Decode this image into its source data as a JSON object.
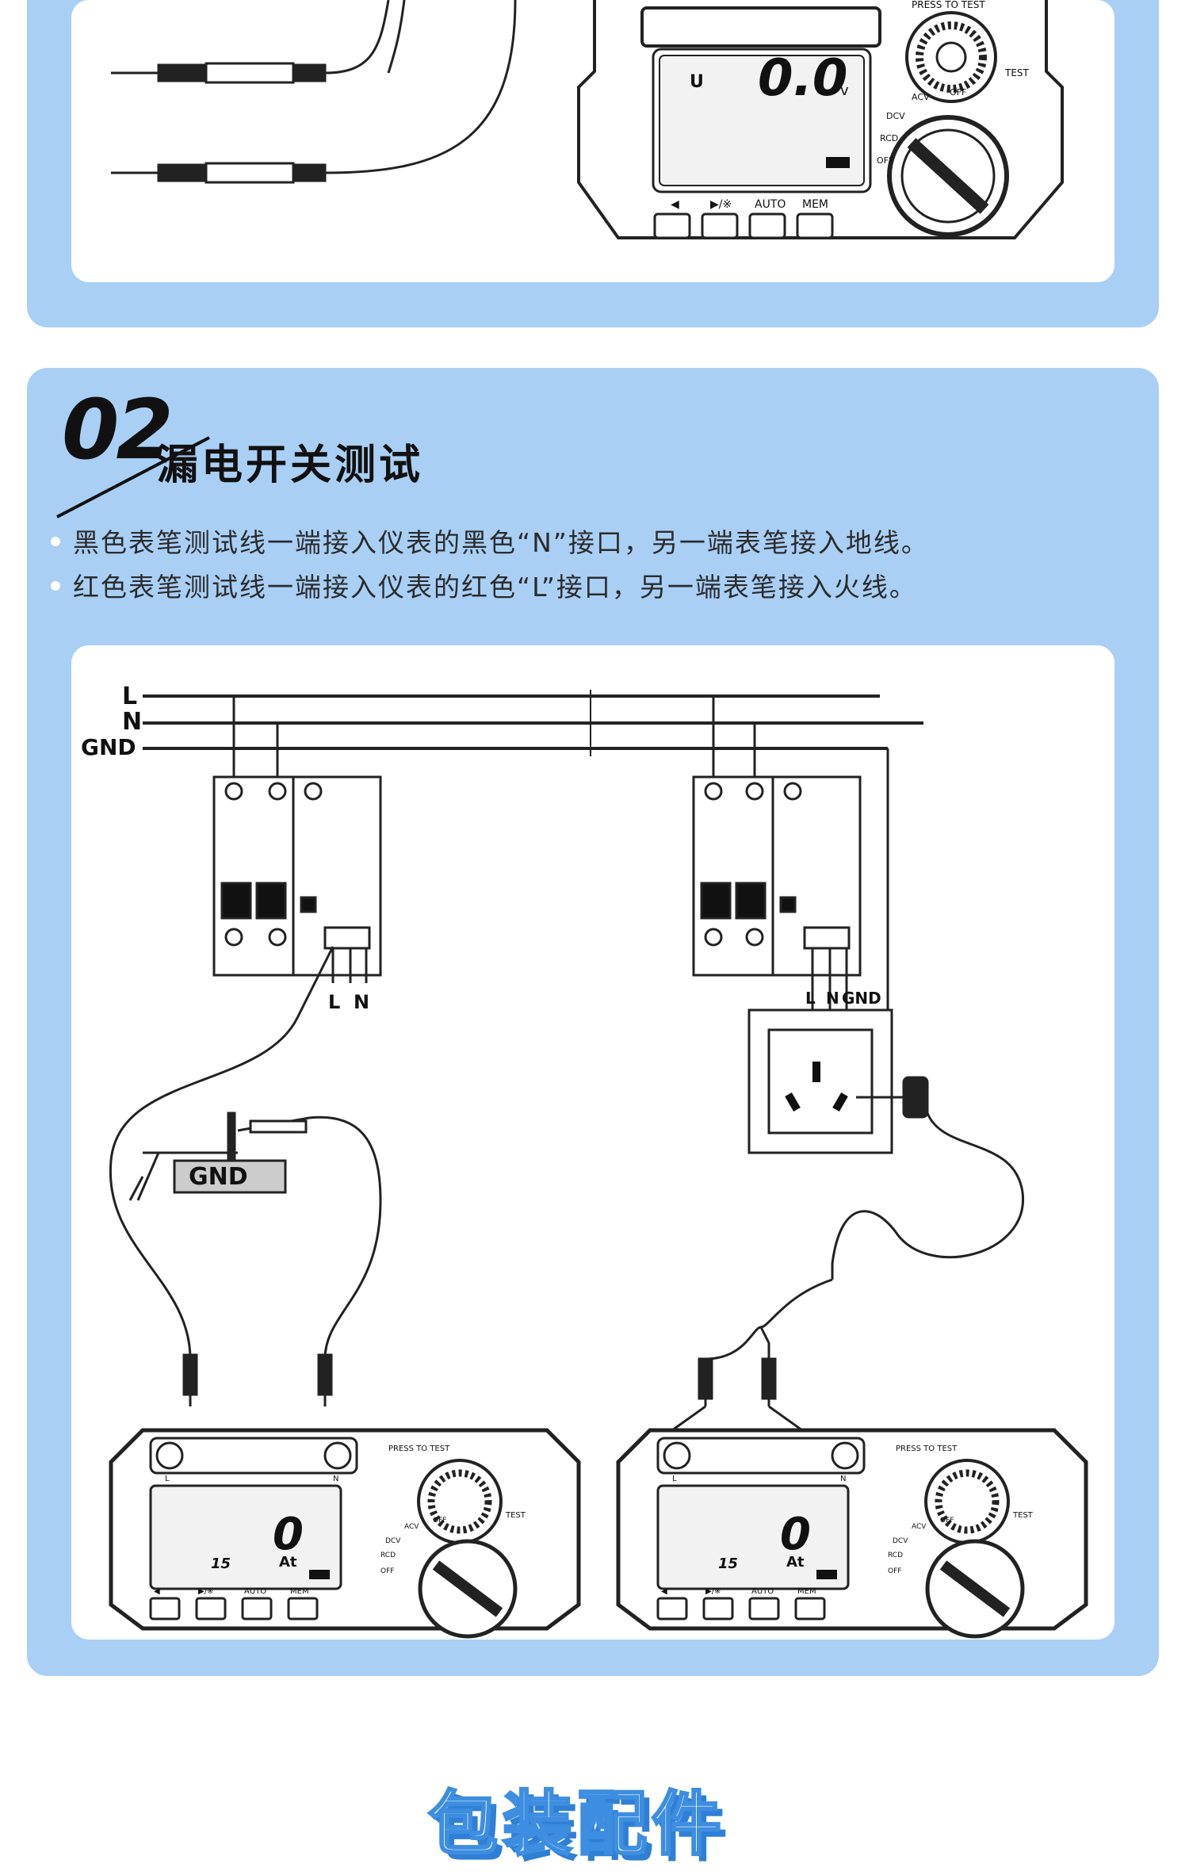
{
  "section2": {
    "number": "02",
    "title": "漏电开关测试",
    "bullets": [
      "黑色表笔测试线一端接入仪表的黑色“N”接口，另一端表笔接入地线。",
      "红色表笔测试线一端接入仪表的红色“L”接口，另一端表笔接入火线。"
    ]
  },
  "top_meter": {
    "display_value": "0.0",
    "display_unit": "v",
    "display_side": "U",
    "buttons": [
      "◀",
      "▶/※",
      "AUTO",
      "MEM"
    ],
    "knob_top_label": "PRESS TO TEST",
    "test_label": "TEST",
    "dial_labels": [
      "ACV",
      "OFF",
      "DCV",
      "RCD",
      "OFF"
    ]
  },
  "diagram": {
    "bus_labels": [
      "L",
      "N",
      "GND"
    ],
    "breaker_terminal_labels": [
      "L",
      "N"
    ],
    "socket_terminal_labels": [
      "L",
      "N",
      "GND"
    ],
    "ground_label": "GND",
    "meter_port_labels": [
      "L",
      "N"
    ],
    "meter_display_main": "0",
    "meter_display_sub": "15",
    "meter_display_unit": "At",
    "meter_buttons": [
      "◀",
      "▶/※",
      "AUTO",
      "MEM"
    ],
    "knob_top_label": "PRESS TO TEST",
    "test_label": "TEST",
    "dial_labels": [
      "ACV",
      "OFF",
      "DCV",
      "RCD",
      "OFF"
    ]
  },
  "next_section_title": "包装配件",
  "colors": {
    "panel": "#a9cff5",
    "card": "#ffffff",
    "title_blue": "#3d8ee0"
  }
}
